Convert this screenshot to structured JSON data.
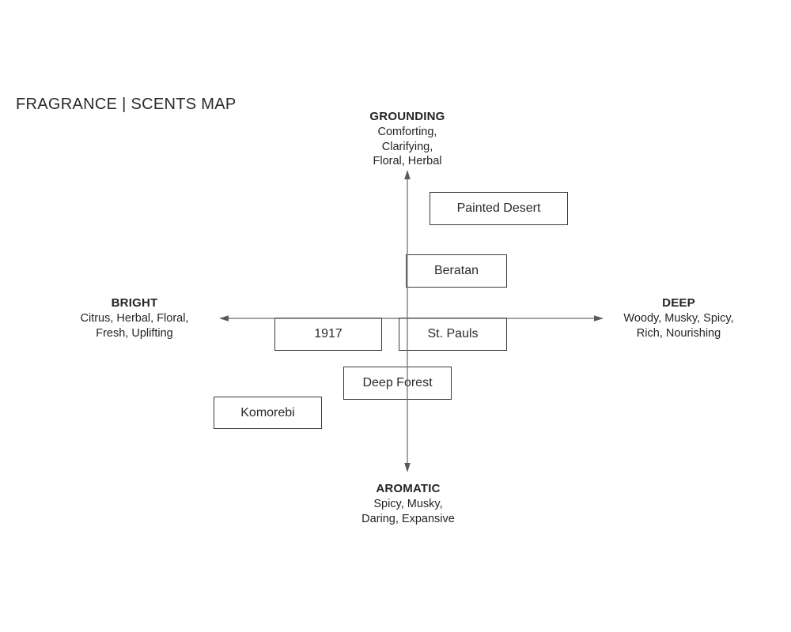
{
  "page": {
    "title": "FRAGRANCE | SCENTS MAP"
  },
  "map": {
    "axes": {
      "top": {
        "name": "GROUNDING",
        "description": "Comforting,\nClarifying,\nFloral, Herbal"
      },
      "bottom": {
        "name": "AROMATIC",
        "description": "Spicy, Musky,\nDaring, Expansive"
      },
      "left": {
        "name": "BRIGHT",
        "description": "Citrus, Herbal, Floral,\nFresh, Uplifting"
      },
      "right": {
        "name": "DEEP",
        "description": "Woody, Musky, Spicy,\nRich, Nourishing"
      }
    },
    "fragrances": [
      {
        "label": "Painted Desert"
      },
      {
        "label": "Beratan"
      },
      {
        "label": "1917"
      },
      {
        "label": "St. Pauls"
      },
      {
        "label": "Deep Forest"
      },
      {
        "label": "Komorebi"
      }
    ],
    "colors": {
      "background": "#ffffff",
      "axis_line": "#6a6a6a",
      "box_border": "#3a3a3a",
      "text": "#2a2a2a"
    }
  }
}
